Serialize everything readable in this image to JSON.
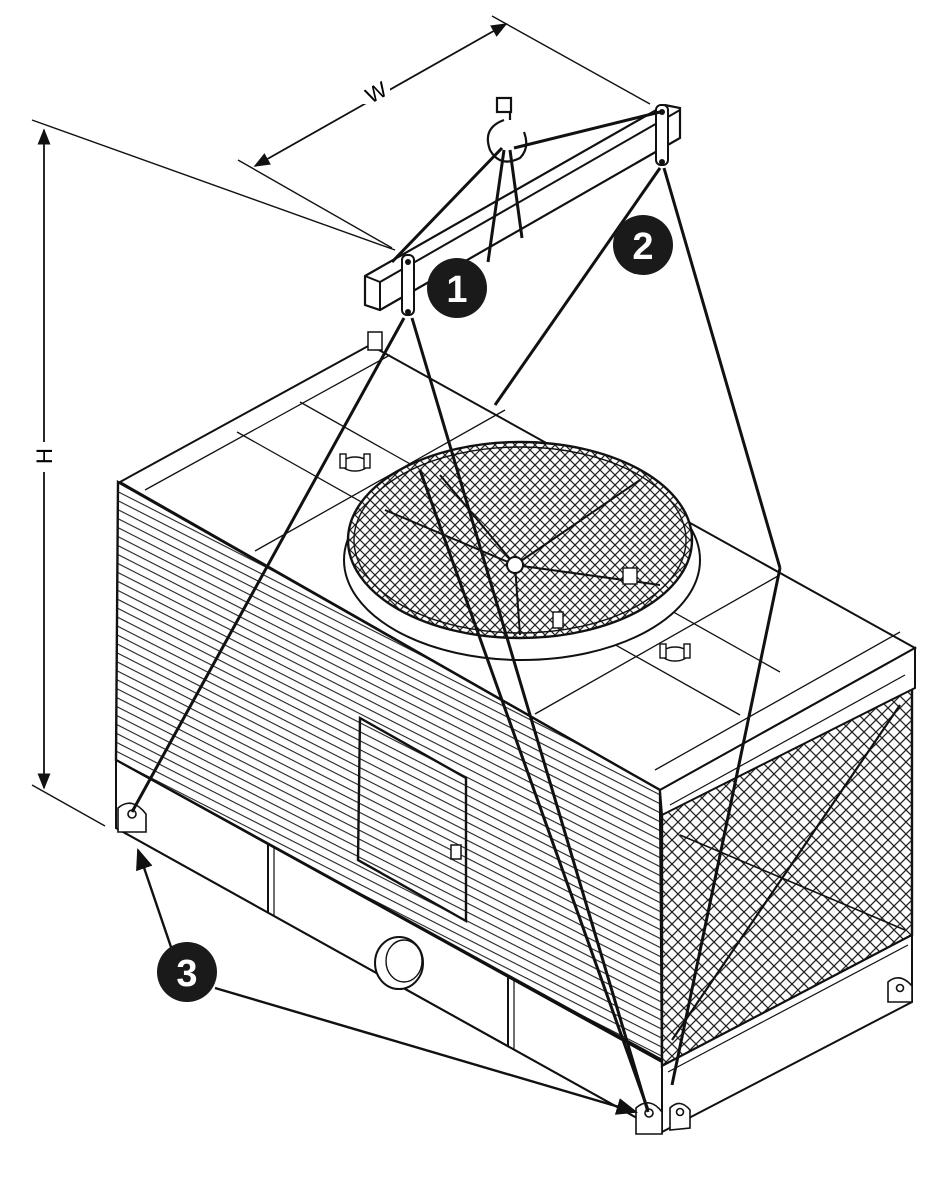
{
  "dimensions": {
    "width_label": "W",
    "height_label": "H"
  },
  "callouts": [
    {
      "id": "1",
      "label": "1"
    },
    {
      "id": "2",
      "label": "2"
    },
    {
      "id": "3",
      "label": "3"
    }
  ],
  "colors": {
    "line": "#111111",
    "fill_light": "#ffffff",
    "callout_bg": "#1a1a1a"
  }
}
